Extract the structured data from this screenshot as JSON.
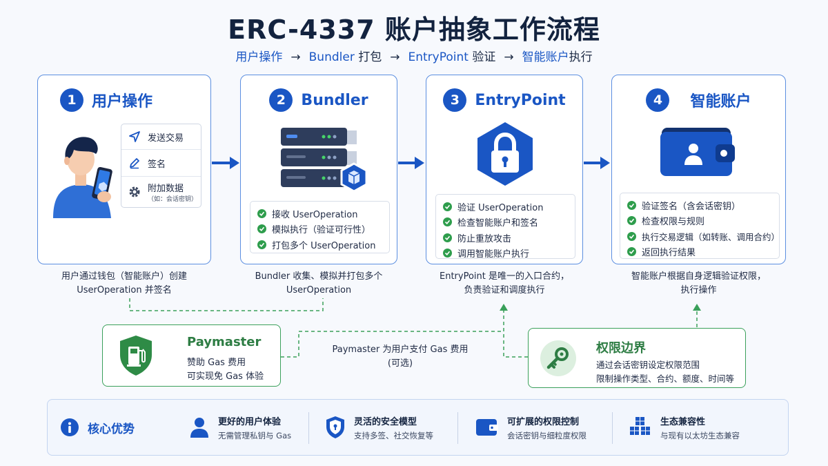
{
  "title": "ERC-4337 账户抽象工作流程",
  "subtitle": {
    "step1": "用户操作",
    "step2a": "Bundler",
    "step2b": "打包",
    "step3a": "EntryPoint",
    "step3b": "验证",
    "step4a": "智能账户",
    "step4b": "执行",
    "arrow": "→"
  },
  "cards": [
    {
      "num": "1",
      "title": "用户操作",
      "actions": [
        {
          "label": "发送交易",
          "icon": "send-icon"
        },
        {
          "label": "签名",
          "icon": "pen-icon"
        },
        {
          "label": "附加数据",
          "sub": "（如：会话密钥）",
          "icon": "gear-icon"
        }
      ],
      "caption_line1": "用户通过钱包（智能账户）创建",
      "caption_line2": "UserOperation 并签名"
    },
    {
      "num": "2",
      "title": "Bundler",
      "items": [
        "接收 UserOperation",
        "模拟执行（验证可行性）",
        "打包多个 UserOperation"
      ],
      "caption_line1": "Bundler 收集、模拟并打包多个",
      "caption_line2": "UserOperation"
    },
    {
      "num": "3",
      "title": "EntryPoint",
      "items": [
        "验证 UserOperation",
        "检查智能账户和签名",
        "防止重放攻击",
        "调用智能账户执行"
      ],
      "caption_line1": "EntryPoint 是唯一的入口合约，",
      "caption_line2": "负责验证和调度执行"
    },
    {
      "num": "4",
      "title": "智能账户",
      "items": [
        "验证签名（含会话密钥）",
        "检查权限与规则",
        "执行交易逻辑（如转账、调用合约）",
        "返回执行结果"
      ],
      "caption_line1": "智能账户根据自身逻辑验证权限，",
      "caption_line2": "执行操作"
    }
  ],
  "paymaster": {
    "title": "Paymaster",
    "line1": "赞助 Gas 费用",
    "line2": "可实现免 Gas 体验",
    "note_line1": "Paymaster 为用户支付 Gas 费用",
    "note_line2": "(可选)"
  },
  "permission": {
    "title": "权限边界",
    "line1": "通过会话密钥设定权限范围",
    "line2": "限制操作类型、合约、额度、时间等"
  },
  "advantages": {
    "heading": "核心优势",
    "items": [
      {
        "title": "更好的用户体验",
        "desc": "无需管理私钥与 Gas",
        "icon": "user-icon"
      },
      {
        "title": "灵活的安全模型",
        "desc": "支持多签、社交恢复等",
        "icon": "shield-icon"
      },
      {
        "title": "可扩展的权限控制",
        "desc": "会话密钥与细粒度权限",
        "icon": "wallet-icon"
      },
      {
        "title": "生态兼容性",
        "desc": "与现有以太坊生态兼容",
        "icon": "cubes-icon"
      }
    ]
  },
  "colors": {
    "primary": "#1a56c4",
    "green": "#2e9d4c",
    "border": "#5b8ee0"
  }
}
